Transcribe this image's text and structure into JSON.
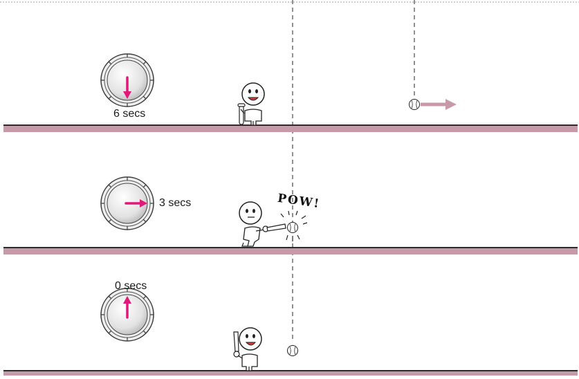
{
  "colors": {
    "ground": "#c79aaa",
    "ground_line": "#2b2b2b",
    "clock_hand": "#e0187a",
    "motion_arrow": "#c79aaa",
    "guide_line": "#222222"
  },
  "panels": [
    {
      "time_label": "6 secs",
      "clock_hand_direction": "down"
    },
    {
      "time_label": "3 secs",
      "clock_hand_direction": "right",
      "sound_effect": "POW!"
    },
    {
      "time_label": "0 secs",
      "clock_hand_direction": "up"
    }
  ]
}
